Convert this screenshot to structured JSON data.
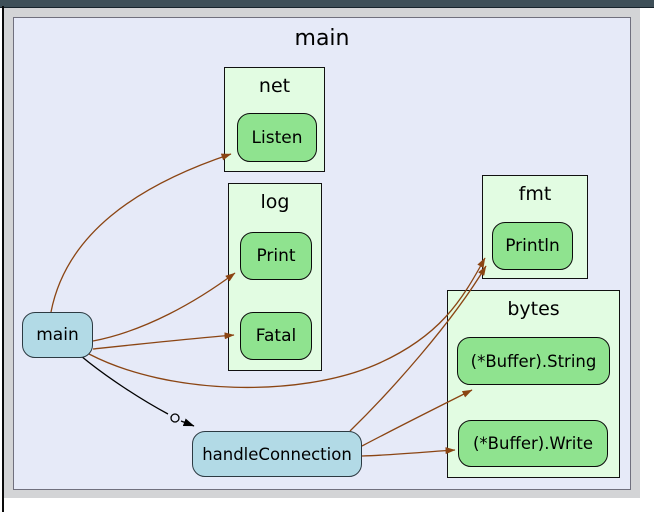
{
  "graph": {
    "root": {
      "label": "main"
    },
    "clusters": [
      {
        "name": "net",
        "label": "net",
        "nodes": [
          {
            "label": "Listen"
          }
        ]
      },
      {
        "name": "log",
        "label": "log",
        "nodes": [
          {
            "label": "Print"
          },
          {
            "label": "Fatal"
          }
        ]
      },
      {
        "name": "fmt",
        "label": "fmt",
        "nodes": [
          {
            "label": "Println"
          }
        ]
      },
      {
        "name": "bytes",
        "label": "bytes",
        "nodes": [
          {
            "label": "(*Buffer).String"
          },
          {
            "label": "(*Buffer).Write"
          }
        ]
      }
    ],
    "focus_nodes": [
      {
        "label": "main"
      },
      {
        "label": "handleConnection"
      }
    ],
    "edges": [
      {
        "from": "main",
        "to": "net.Listen",
        "kind": "call"
      },
      {
        "from": "main",
        "to": "log.Print",
        "kind": "call"
      },
      {
        "from": "main",
        "to": "log.Fatal",
        "kind": "call"
      },
      {
        "from": "main",
        "to": "fmt.Println",
        "kind": "call"
      },
      {
        "from": "main",
        "to": "handleConnection",
        "kind": "concurrent-call"
      },
      {
        "from": "handleConnection",
        "to": "fmt.Println",
        "kind": "call"
      },
      {
        "from": "handleConnection",
        "to": "bytes.(*Buffer).String",
        "kind": "call"
      },
      {
        "from": "handleConnection",
        "to": "bytes.(*Buffer).Write",
        "kind": "call"
      }
    ],
    "colors": {
      "titlebar": "#3e4f58",
      "window_bg": "#d3d4d6",
      "root_cluster_fill": "#e6eaf8",
      "package_cluster_fill": "#e2fce2",
      "function_node_fill": "#8fe38f",
      "focus_node_fill": "#b2dae6",
      "call_edge": "#8b4513",
      "concurrent_edge": "#000000"
    }
  }
}
